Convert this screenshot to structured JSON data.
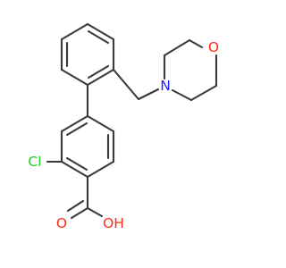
{
  "colors": {
    "bond": "#3a3a3a",
    "oxygen": "#ff2a1a",
    "nitrogen": "#2020ff",
    "chlorine": "#1fd11f",
    "background": "#ffffff"
  },
  "atoms": {
    "O_morpholine": "O",
    "N_morpholine": "N",
    "Cl": "Cl",
    "O_carbonyl": "O",
    "OH": "OH"
  }
}
